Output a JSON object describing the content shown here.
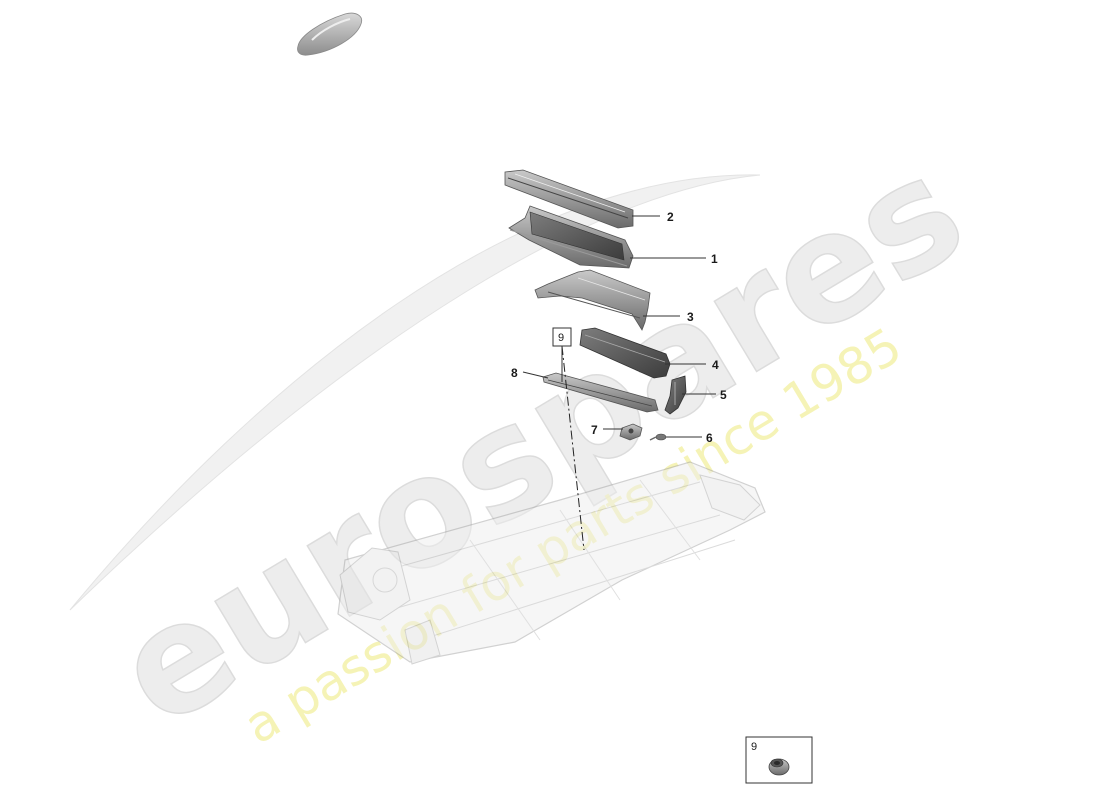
{
  "watermark": {
    "brand": "eurospares",
    "tagline": "a passion for parts since 1985"
  },
  "callouts": [
    {
      "id": "part-1",
      "label": "1"
    },
    {
      "id": "part-2",
      "label": "2"
    },
    {
      "id": "part-3",
      "label": "3"
    },
    {
      "id": "part-4",
      "label": "4"
    },
    {
      "id": "part-5",
      "label": "5"
    },
    {
      "id": "part-6",
      "label": "6"
    },
    {
      "id": "part-7",
      "label": "7"
    },
    {
      "id": "part-8",
      "label": "8"
    },
    {
      "id": "part-9-ref",
      "label": "9"
    }
  ],
  "detail_box": {
    "label": "9"
  }
}
